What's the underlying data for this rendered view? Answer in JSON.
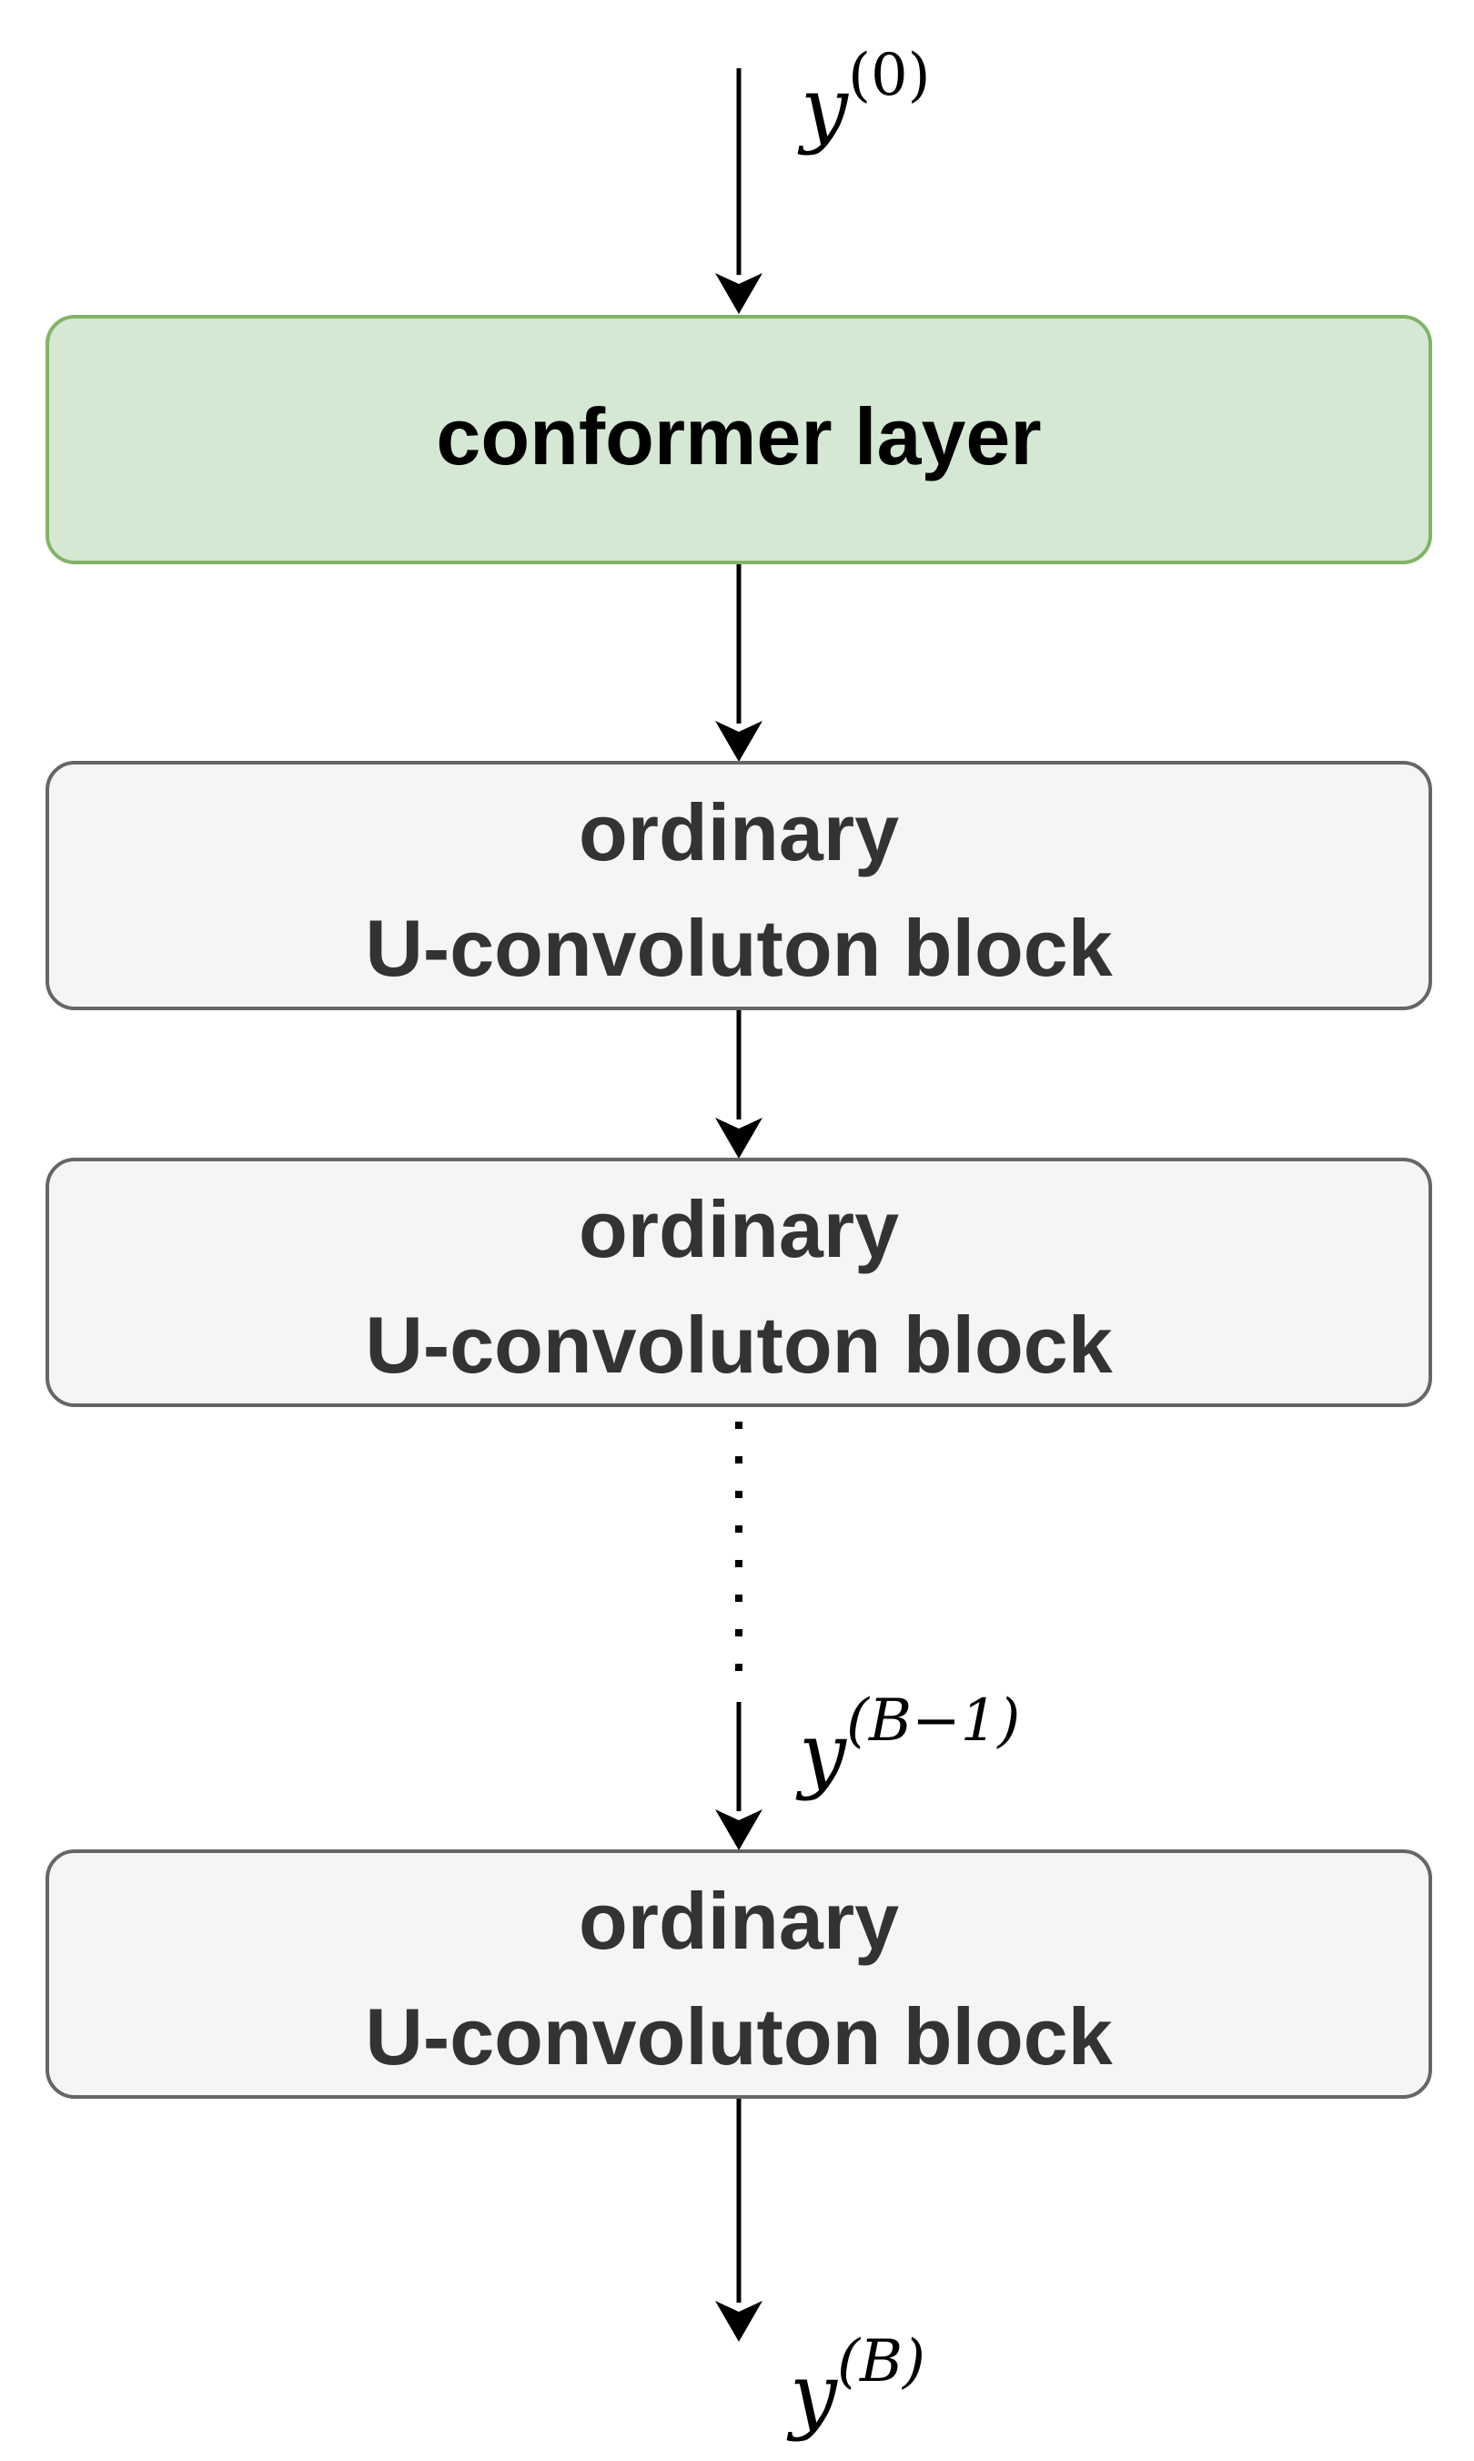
{
  "diagram": {
    "input_label": {
      "base": "y",
      "sup": "(0)"
    },
    "conformer": {
      "label": "conformer layer",
      "fill": "#d5e8d4",
      "stroke": "#82b366"
    },
    "blocks": [
      {
        "line1": "ordinary",
        "line2": "U-convoluton block"
      },
      {
        "line1": "ordinary",
        "line2": "U-convoluton block"
      },
      {
        "line1": "ordinary",
        "line2": "U-convoluton block"
      }
    ],
    "block_style": {
      "fill": "#f5f5f5",
      "stroke": "#666666"
    },
    "mid_label": {
      "base": "y",
      "sup": "(B−1)"
    },
    "output_label": {
      "base": "y",
      "sup": "(B)"
    }
  }
}
